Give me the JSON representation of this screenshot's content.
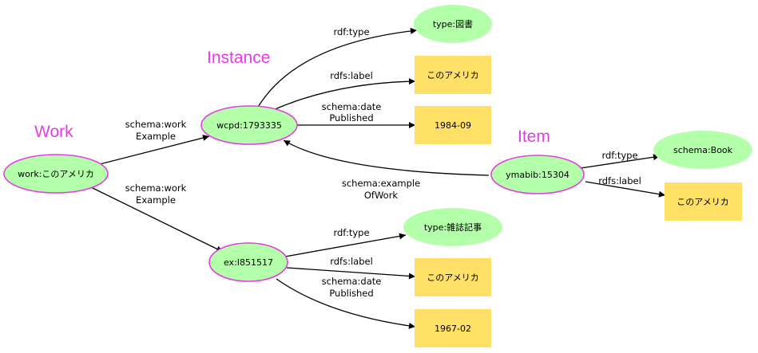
{
  "groups": {
    "work": "Work",
    "instance": "Instance",
    "item": "Item"
  },
  "nodes": {
    "work": "work:このアメリカ",
    "wcpd": "wcpd:1793335",
    "ex": "ex:I851517",
    "ymabib": "ymabib:15304",
    "type_tosho": "type:図書",
    "type_zasshi": "type:雑誌記事",
    "schema_book": "schema:Book",
    "label_wcpd": "このアメリカ",
    "label_ex": "このアメリカ",
    "label_ymabib": "このアメリカ",
    "date_wcpd": "1984-09",
    "date_ex": "1967-02"
  },
  "edges": {
    "work_example_1": [
      "schema:work",
      "Example"
    ],
    "work_example_2": [
      "schema:work",
      "Example"
    ],
    "rdf_type_1": "rdf:type",
    "rdfs_label_1": "rdfs:label",
    "date_published_1": [
      "schema:date",
      "Published"
    ],
    "rdf_type_2": "rdf:type",
    "rdfs_label_2": "rdfs:label",
    "date_published_2": [
      "schema:date",
      "Published"
    ],
    "rdf_type_3": "rdf:type",
    "rdfs_label_3": "rdfs:label",
    "example_of_work": [
      "schema:example",
      "OfWork"
    ]
  },
  "colors": {
    "node_fill": "#b3ffaa",
    "node_border": "#e63ce6",
    "literal_fill": "#ffe066",
    "group_label": "#e63ce6"
  }
}
